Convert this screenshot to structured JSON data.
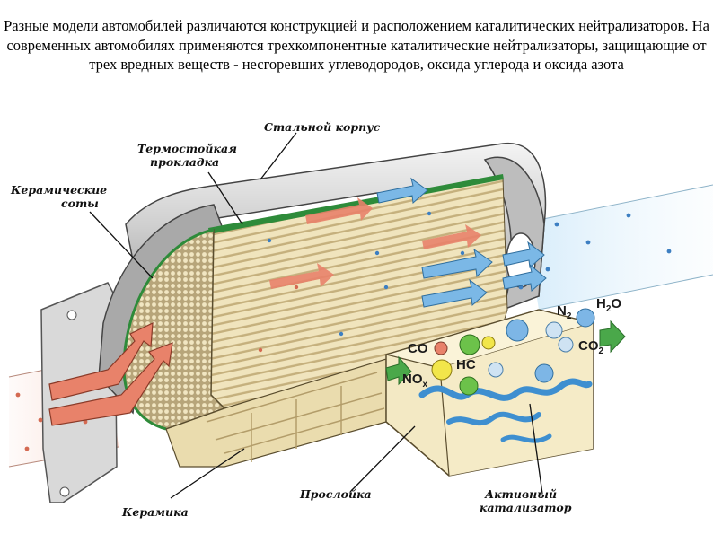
{
  "intro_text": "Разные модели автомобилей различаются конструкцией и расположением каталитических нейтрализаторов. На современных автомобилях применяются трехкомпонентные каталитические нейтрализаторы, защищающие от трех вредных веществ - несгоревших углеводородов, оксида углерода и оксида азота",
  "labels": {
    "steel_body": "Стальной корпус",
    "gasket_line1": "Термостойкая",
    "gasket_line2": "прокладка",
    "honeycomb_line1": "Керамические",
    "honeycomb_line2": "соты",
    "ceramic": "Керамика",
    "layer": "Прослойка",
    "catalyst_line1": "Активный",
    "catalyst_line2": "катализатор"
  },
  "molecules": {
    "co": "CO",
    "hc": "HC",
    "no_base": "NO",
    "no_sub": "x",
    "n2_base": "N",
    "n2_sub": "2",
    "h2o_h": "H",
    "h2o_sub": "2",
    "h2o_o": "O",
    "co2_base": "CO",
    "co2_sub": "2"
  },
  "colors": {
    "housing": "#c9c9c9",
    "ceramic": "#efe3b8",
    "inflow_arrow": "#e8826a",
    "outflow_arrow": "#7bb8e6",
    "catalyst": "#3e8fd0",
    "gasket": "#2e8b3a"
  }
}
